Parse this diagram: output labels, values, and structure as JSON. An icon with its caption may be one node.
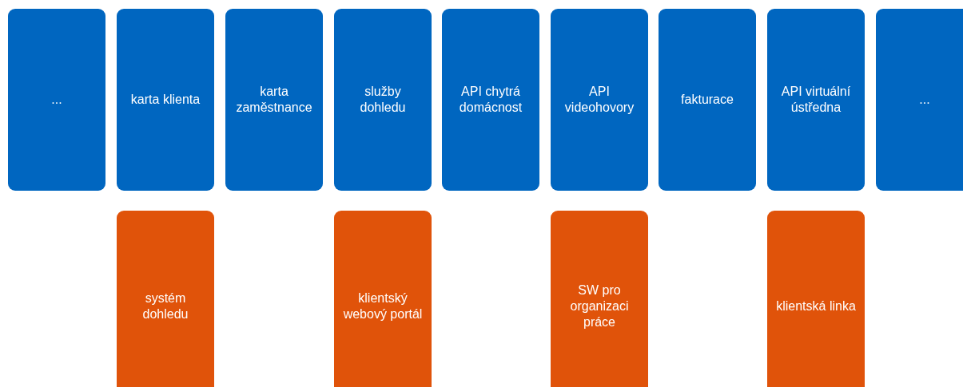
{
  "diagram": {
    "nodes": [
      {
        "text": [
          "..."
        ]
      },
      {
        "text": [
          "karta klienta"
        ]
      },
      {
        "text": [
          "karta zaměstnance"
        ]
      },
      {
        "text": [
          "služby dohledu"
        ]
      },
      {
        "text": [
          "API chytrá domácnost"
        ]
      },
      {
        "text": [
          "API videohovory"
        ]
      },
      {
        "text": [
          "fakturace"
        ]
      },
      {
        "text": [
          "API virtuální ústředna"
        ]
      },
      {
        "text": [
          "..."
        ]
      },
      {
        "text": [
          "systém dohledu"
        ]
      },
      {
        "text": [
          "klientský webový portál"
        ]
      },
      {
        "text": [
          "SW pro organizaci práce"
        ]
      },
      {
        "text": [
          "klientská linka"
        ]
      }
    ]
  }
}
